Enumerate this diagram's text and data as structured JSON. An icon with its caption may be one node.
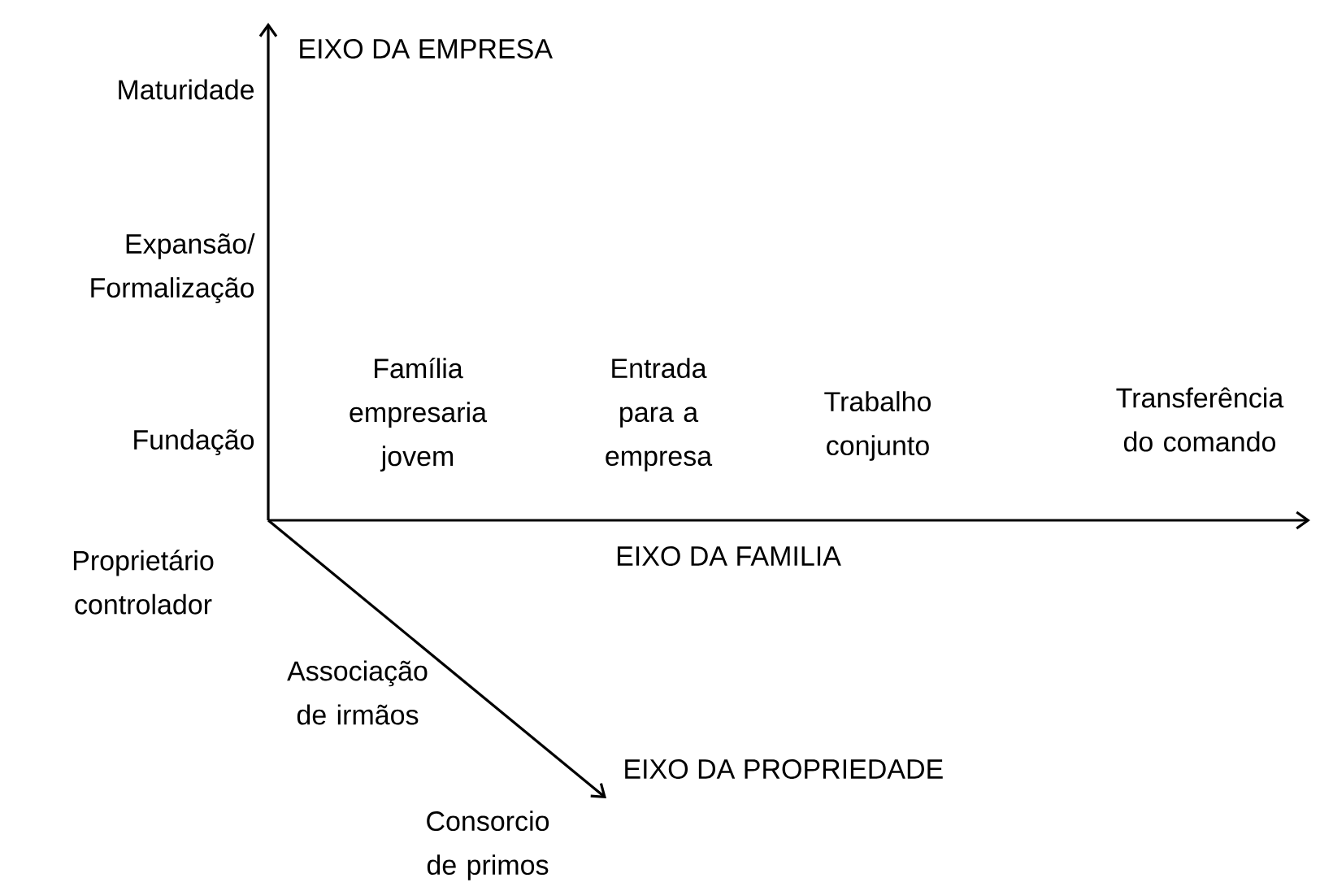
{
  "diagram": {
    "labels": [
      "EIXO DA EMPRESA",
      "Maturidade",
      "Expansão/ Formalização",
      "Família empresaria jovem",
      "Entrada para a empresa",
      "Trabalho conjunto",
      "Transferência do comando",
      "Fundação",
      "Proprietário controlador",
      "EIXO DA FAMILIA",
      "Associação de irmãos",
      "EIXO DA PROPRIEDADE",
      "Consorcio de primos"
    ]
  }
}
